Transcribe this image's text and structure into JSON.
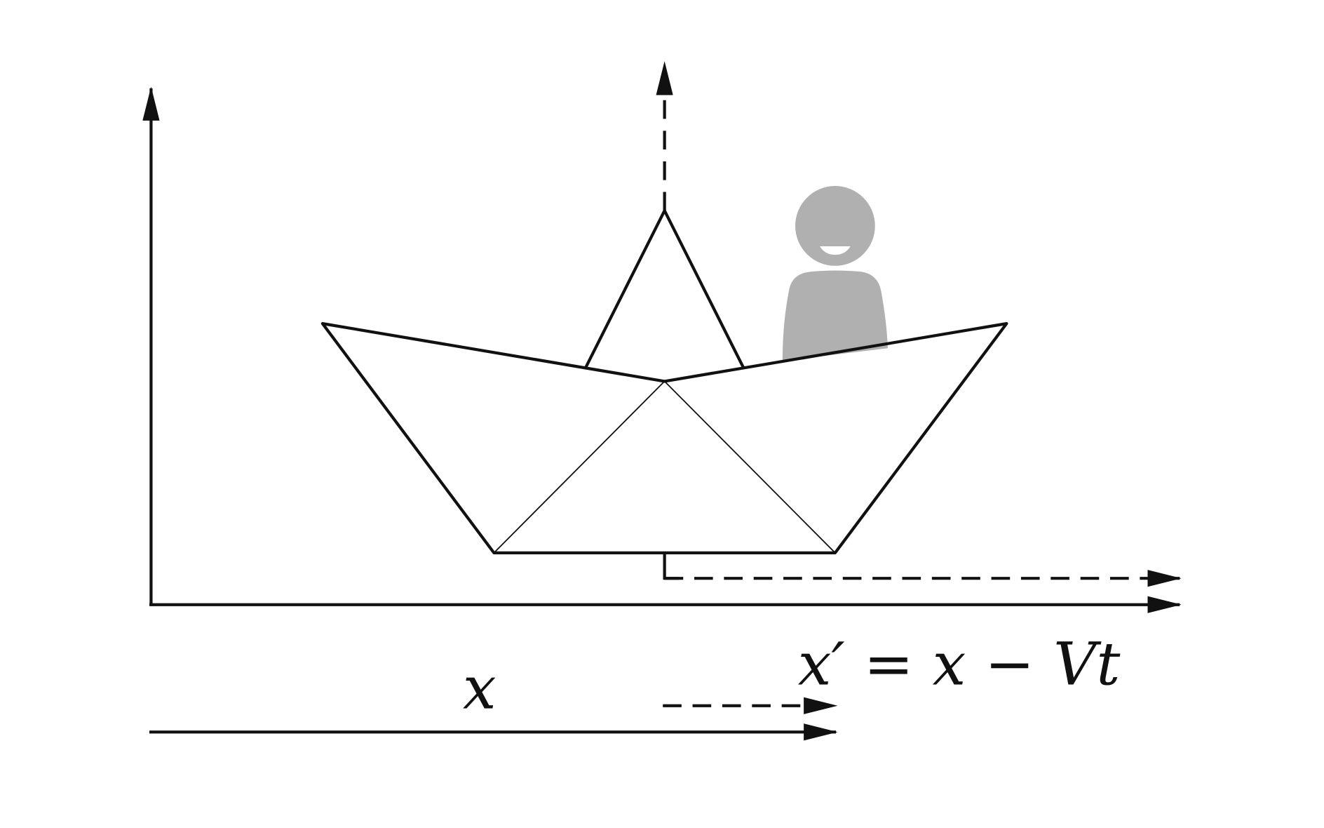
{
  "labels": {
    "moving_frame": "x′ = x − Vt",
    "rest_frame": "x"
  },
  "colors": {
    "line": "#111111",
    "person": "#b0b0b0",
    "background": "#ffffff"
  },
  "icons": [
    "person-icon",
    "paper-boat"
  ]
}
